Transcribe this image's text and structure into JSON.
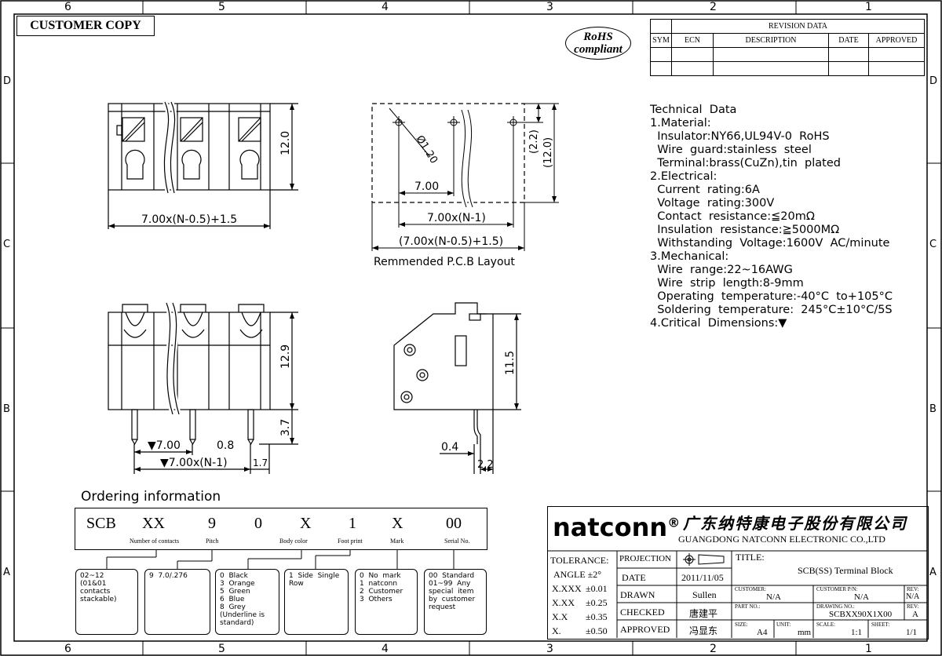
{
  "zones": {
    "columns": [
      "6",
      "5",
      "4",
      "3",
      "2",
      "1"
    ],
    "rows": [
      "D",
      "C",
      "B",
      "A"
    ]
  },
  "stamps": {
    "customer_copy": "CUSTOMER COPY",
    "rohs_line1": "RoHS",
    "rohs_line2": "compliant"
  },
  "revision": {
    "title": "REVISION DATA",
    "headers": [
      "SYM",
      "ECN",
      "DESCRIPTION",
      "DATE",
      "APPROVED"
    ]
  },
  "dimensions": {
    "top_height": "12.0",
    "top_width": "7.00x(N-0.5)+1.5",
    "pcb_hole": "Ø1.20",
    "pcb_pitch": "7.00",
    "pcb_span": "7.00x(N-1)",
    "pcb_total": "(7.00x(N-0.5)+1.5)",
    "pcb_h1": "(2.2)",
    "pcb_h2": "(12.0)",
    "pcb_caption": "Remmended P.C.B Layout",
    "front_height": "12.9",
    "front_pin_len": "3.7",
    "front_pitch": "▼7.00",
    "front_pin_w": "0.8",
    "front_span": "▼7.00x(N-1)",
    "front_pin_off": "1.7",
    "side_height": "11.5",
    "side_pin": "0.4",
    "side_off": "2.2"
  },
  "technical": [
    "Technical  Data",
    "1.Material:",
    "  Insulator:NY66,UL94V-0  RoHS",
    "  Wire  guard:stainless  steel",
    "  Terminal:brass(CuZn),tin  plated",
    "2.Electrical:",
    "  Current  rating:6A",
    "  Voltage  rating:300V",
    "  Contact  resistance:≦20mΩ",
    "  Insulation  resistance:≧5000MΩ",
    "  Withstanding  Voltage:1600V  AC/minute",
    "3.Mechanical:",
    "  Wire  range:22~16AWG",
    "  Wire  strip  length:8-9mm",
    "  Operating  temperature:-40°C  to+105°C",
    "  Soldering  temperature:  245°C±10°C/5S",
    "4.Critical  Dimensions:▼"
  ],
  "ordering": {
    "title": "Ordering  information",
    "codes": [
      "SCB",
      "XX",
      "9",
      "0",
      "X",
      "1",
      "X",
      "00"
    ],
    "labels": [
      "Number of contacts",
      "Pitch",
      "Body color",
      "Foot print",
      "Mark",
      "Serial No."
    ],
    "options": [
      "02~12\n(01&01\ncontacts\nstackable)",
      "9  7.0/.276",
      "0  Black\n3  Orange\n5  Green\n6  Blue\n8  Grey\n(Underline is\nstandard)",
      "1  Side  Single\nRow",
      "0  No  mark\n1  natconn\n2  Customer\n3  Others",
      "00  Standard\n01~99  Any\nspecial  item\nby  customer\nrequest"
    ]
  },
  "title_block": {
    "brand": "natconn",
    "reg": "®",
    "company_cn": "广东纳特康电子股份有限公司",
    "company_en": "GUANGDONG NATCONN ELECTRONIC CO.,LTD",
    "tolerance": "TOLERANCE:",
    "angle": "ANGLE ±2°",
    "tol_rows": [
      [
        "X.XXX",
        "±0.01"
      ],
      [
        "X.XX",
        "±0.25"
      ],
      [
        "X.X",
        "±0.35"
      ],
      [
        "X.",
        "±0.50"
      ]
    ],
    "projection": "PROJECTION",
    "date_label": "DATE",
    "date": "2011/11/05",
    "drawn_label": "DRAWN",
    "drawn": "Sullen",
    "checked_label": "CHECKED",
    "checked": "唐建平",
    "approved_label": "APPROVED",
    "approved": "冯显东",
    "title_label": "TITLE:",
    "title": "SCB(SS)  Terminal Block",
    "customer_label": "CUSTOMER:",
    "customer": "N/A",
    "customer_pn_label": "CUSTOMER P/N:",
    "customer_pn": "N/A",
    "rev_label": "REV:",
    "rev1": "N/A",
    "partno_label": "PART NO.:",
    "drawing_label": "DRAWING NO.:",
    "drawing": "SCBXX90X1X00",
    "rev2": "A",
    "size_label": "SIZE:",
    "size": "A4",
    "unit_label": "UNIT:",
    "unit": "mm",
    "scale_label": "SCALE:",
    "scale": "1:1",
    "sheet_label": "SHEET:",
    "sheet": "1/1"
  }
}
